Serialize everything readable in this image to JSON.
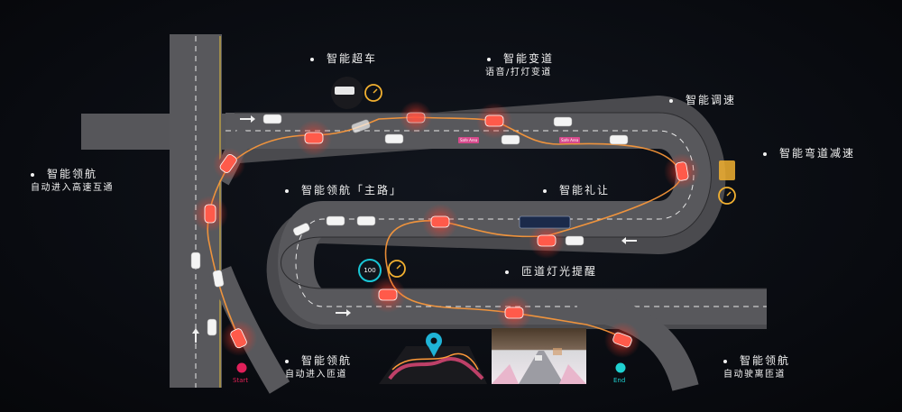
{
  "features": {
    "smart_overtake": "智能超车",
    "smart_lane_change": "智能变道",
    "lane_change_sub": "语音/打灯变道",
    "smart_speed": "智能调速",
    "curve_slowdown": "智能弯道减速",
    "nav_interchange": "智能领航",
    "nav_interchange_sub": "自动进入高速互通",
    "nav_main": "智能领航「主路」",
    "smart_yield": "智能礼让",
    "ramp_light": "匝道灯光提醒",
    "nav_enter_ramp": "智能领航",
    "nav_enter_ramp_sub": "自动进入匝道",
    "nav_exit_ramp": "智能领航",
    "nav_exit_ramp_sub": "自动驶离匝道"
  },
  "markers": {
    "start": "Start",
    "end": "End",
    "speed_limit": "100",
    "safe_area": "Safe Area"
  },
  "colors": {
    "road": "#555558",
    "ego_car": "#ff5a4a",
    "path": "#ff9a3a",
    "start": "#e0205a",
    "end": "#1fd1d1",
    "speed_ring": "#19c6d6"
  }
}
